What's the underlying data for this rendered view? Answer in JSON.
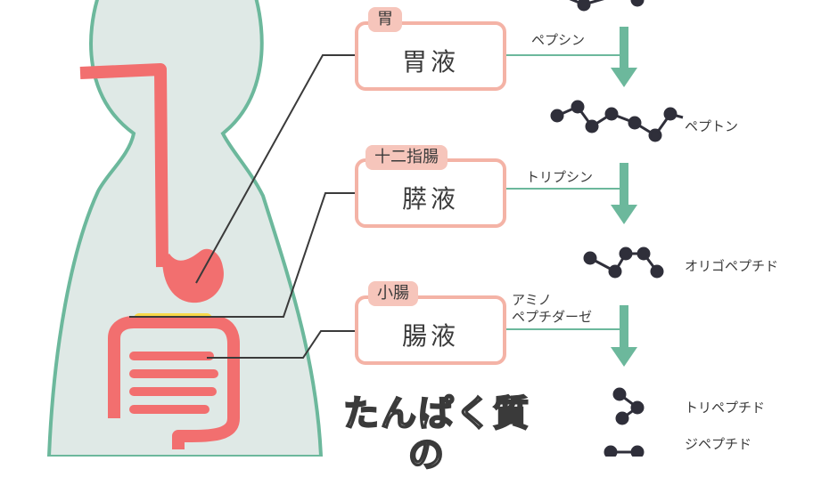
{
  "stage1": {
    "organ": "胃",
    "juice": "胃液",
    "enzyme": "ペプシン",
    "product": "ペプトン"
  },
  "stage2": {
    "organ": "十二指腸",
    "juice": "膵液",
    "enzyme": "トリプシン",
    "product": "オリゴペプチド"
  },
  "stage3": {
    "organ": "小腸",
    "juice": "腸液",
    "enzyme_line1": "アミノ",
    "enzyme_line2": "ペプチダーゼ",
    "product1": "トリペプチド",
    "product2": "ジペプチド"
  },
  "title": {
    "line1": "たんぱく質",
    "line2": "の"
  },
  "colors": {
    "body_fill": "#dfe9e6",
    "body_outline": "#6cb89c",
    "gut": "#f26f6f",
    "pancreas": "#f7d84a",
    "box_border": "#f4b3a6",
    "tag": "#f6c5bb",
    "arrow": "#6cb89c",
    "line": "#3a3a3a",
    "molecule": "#2f2f3a"
  }
}
